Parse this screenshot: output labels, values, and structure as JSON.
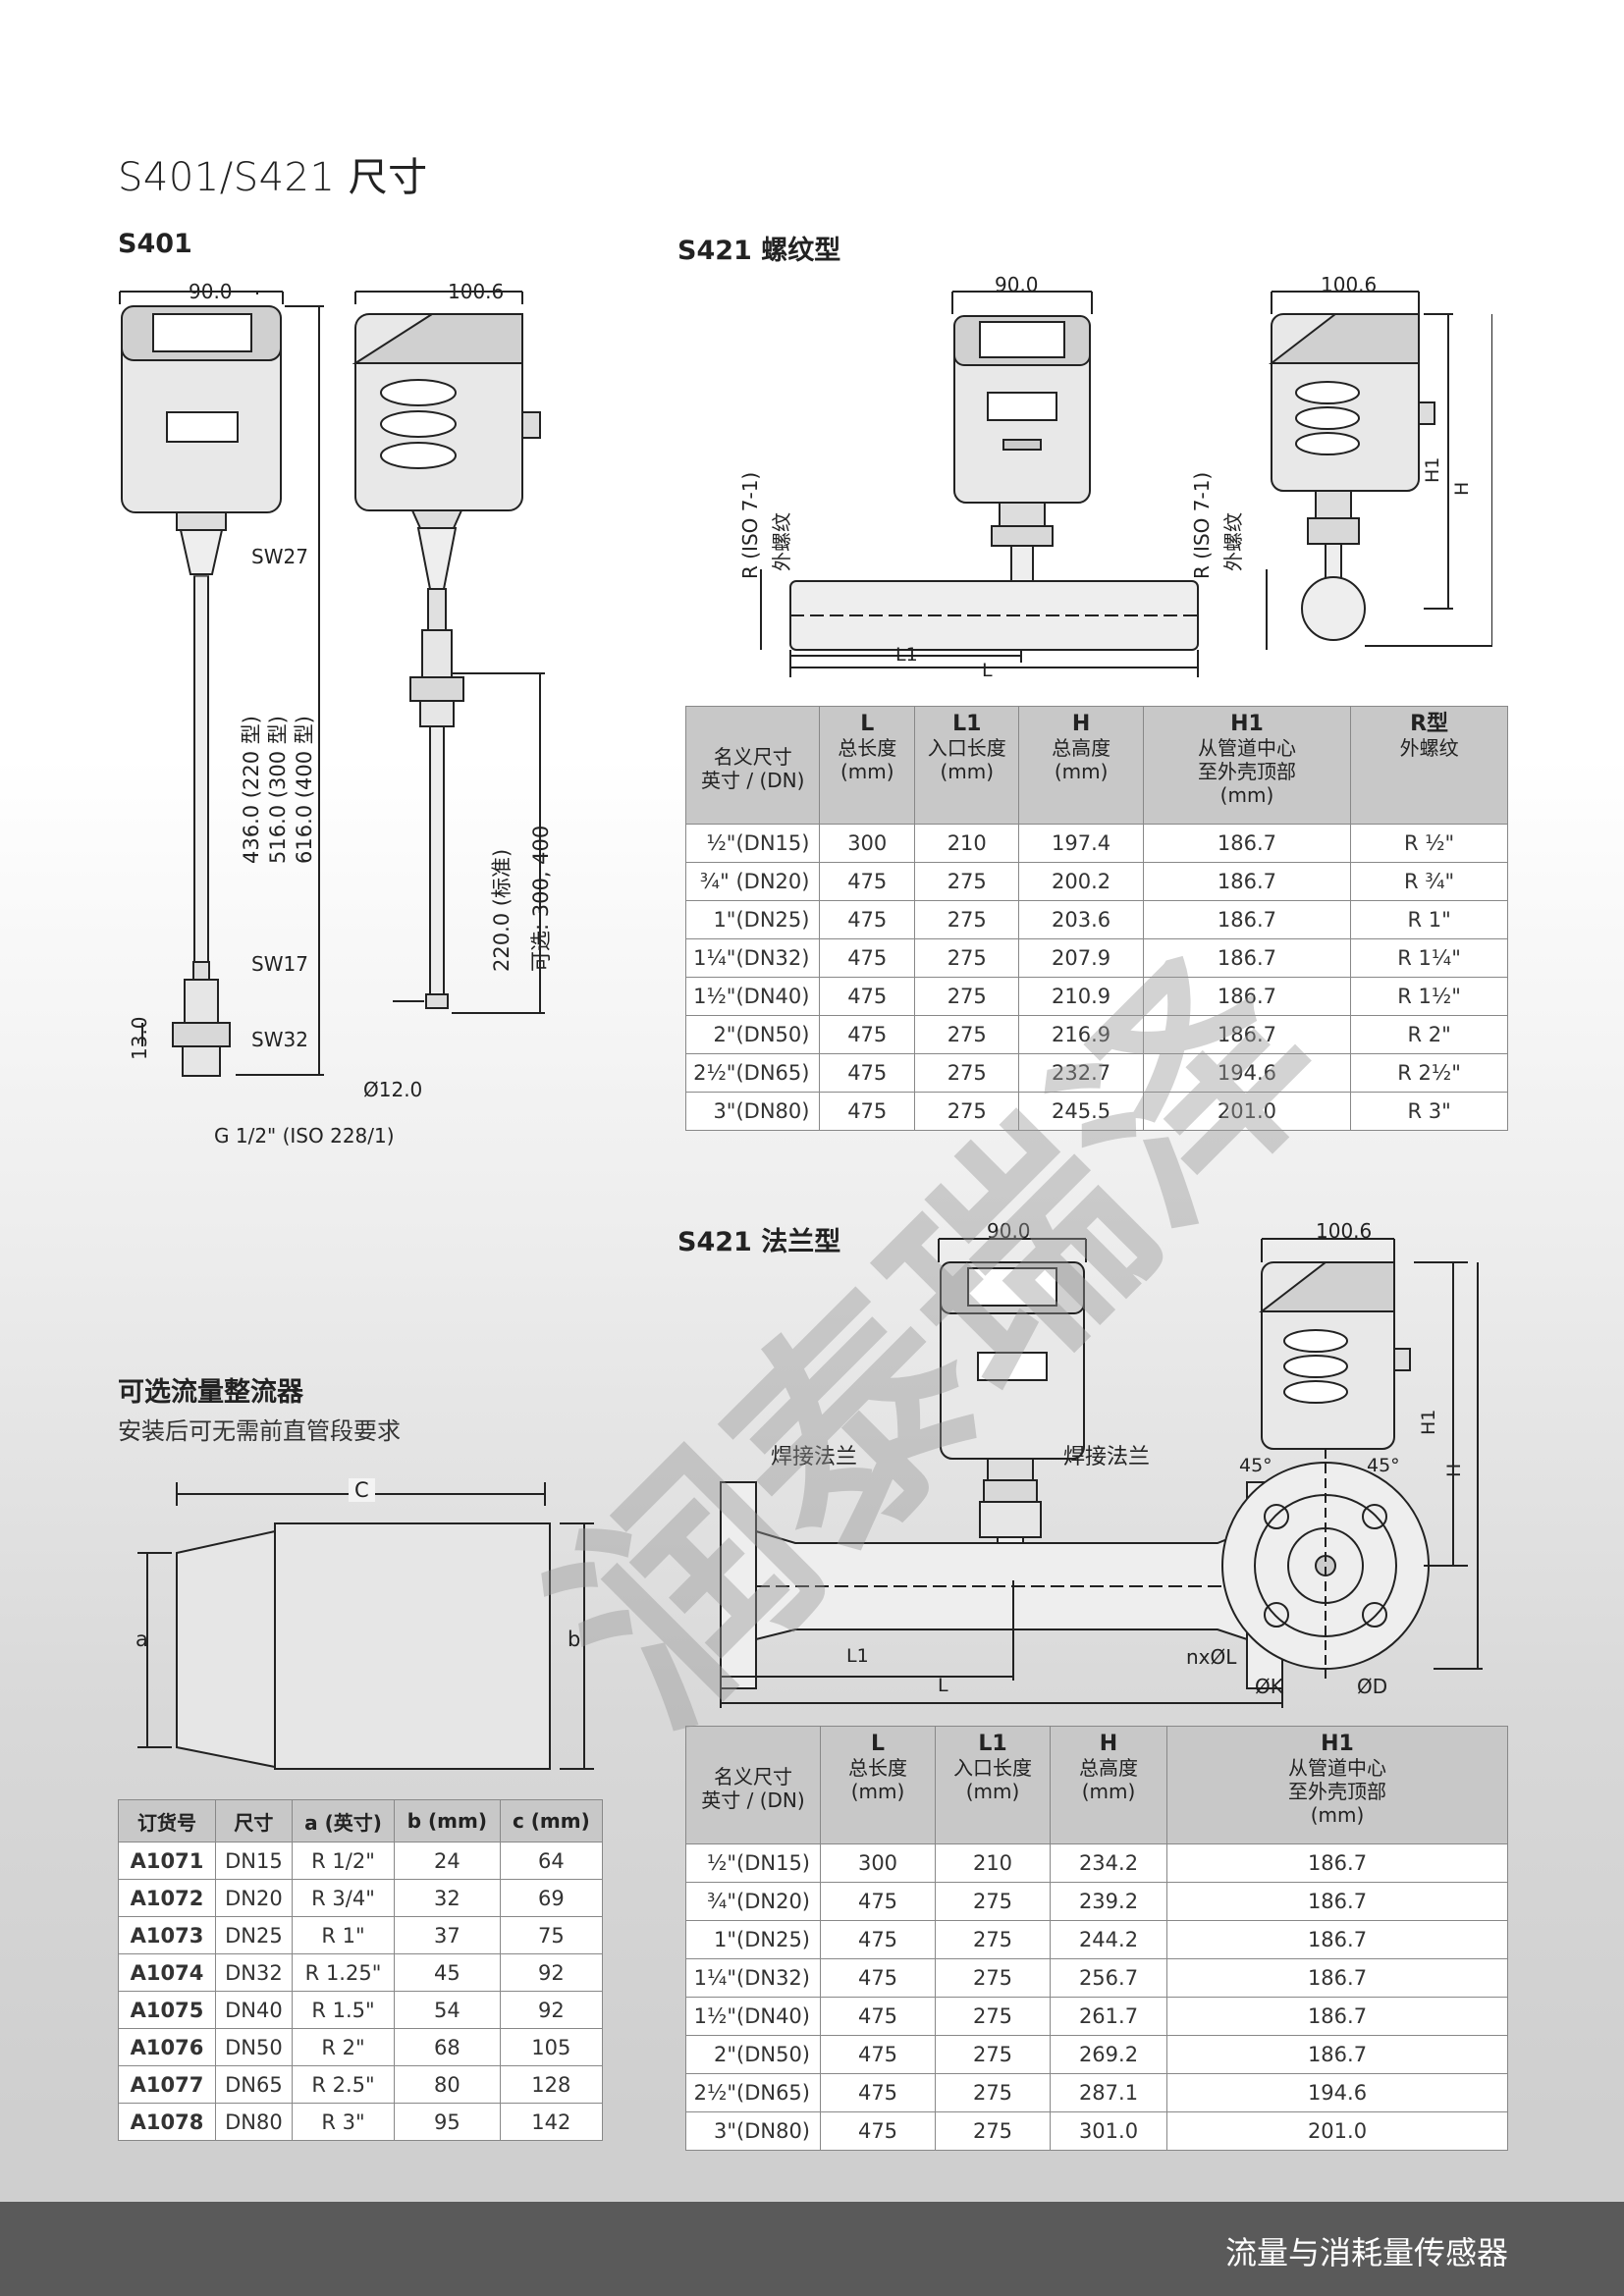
{
  "page_title": "S401/S421 尺寸",
  "s401": {
    "heading": "S401",
    "dim_width_front": "90.0",
    "dim_width_side": "100.6",
    "label_sw27": "SW27",
    "label_sw17": "SW17",
    "label_sw32": "SW32",
    "dim_length": "436.0 (220 型)",
    "dim_length2": "516.0 (300 型)",
    "dim_length3": "616.0 (400 型)",
    "dim_13": "13.0",
    "dim_thread": "G 1/2\" (ISO 228/1)",
    "dim_probe": "220.0 (标准)",
    "dim_probe_opt": "可选: 300, 400",
    "dim_dia": "Ø12.0"
  },
  "s421_thread": {
    "heading": "S421 螺纹型",
    "dim_width_front": "90.0",
    "dim_width_side": "100.6",
    "label_r": "R (ISO 7-1)",
    "label_r2": "外螺纹",
    "label_l1": "L1",
    "label_l": "L",
    "label_h1": "H1",
    "label_h": "H",
    "table": {
      "headers": [
        {
          "top": "",
          "sub": "名义尺寸\n英寸 / (DN)"
        },
        {
          "top": "L",
          "sub": "总长度\n(mm)"
        },
        {
          "top": "L1",
          "sub": "入口长度\n(mm)"
        },
        {
          "top": "H",
          "sub": "总高度\n(mm)"
        },
        {
          "top": "H1",
          "sub": "从管道中心\n至外壳顶部\n(mm)"
        },
        {
          "top": "R型",
          "sub": "外螺纹"
        }
      ],
      "rows": [
        [
          "½\"(DN15)",
          "300",
          "210",
          "197.4",
          "186.7",
          "R ½\""
        ],
        [
          "¾\" (DN20)",
          "475",
          "275",
          "200.2",
          "186.7",
          "R ¾\""
        ],
        [
          "1\"(DN25)",
          "475",
          "275",
          "203.6",
          "186.7",
          "R 1\""
        ],
        [
          "1¼\"(DN32)",
          "475",
          "275",
          "207.9",
          "186.7",
          "R 1¼\""
        ],
        [
          "1½\"(DN40)",
          "475",
          "275",
          "210.9",
          "186.7",
          "R 1½\""
        ],
        [
          "2\"(DN50)",
          "475",
          "275",
          "216.9",
          "186.7",
          "R 2\""
        ],
        [
          "2½\"(DN65)",
          "475",
          "275",
          "232.7",
          "194.6",
          "R 2½\""
        ],
        [
          "3\"(DN80)",
          "475",
          "275",
          "245.5",
          "201.0",
          "R 3\""
        ]
      ]
    }
  },
  "s421_flange": {
    "heading": "S421 法兰型",
    "dim_width_front": "90.0",
    "dim_width_side": "100.6",
    "label_weld_left": "焊接法兰",
    "label_weld_right": "焊接法兰",
    "label_l1": "L1",
    "label_l": "L",
    "label_h1": "H1",
    "label_h": "H",
    "label_45a": "45°",
    "label_45b": "45°",
    "label_nl": "nxØL",
    "label_k": "ØK",
    "label_d": "ØD",
    "table": {
      "headers": [
        {
          "top": "",
          "sub": "名义尺寸\n英寸 / (DN)"
        },
        {
          "top": "L",
          "sub": "总长度\n(mm)"
        },
        {
          "top": "L1",
          "sub": "入口长度\n(mm)"
        },
        {
          "top": "H",
          "sub": "总高度\n(mm)"
        },
        {
          "top": "H1",
          "sub": "从管道中心\n至外壳顶部\n(mm)"
        }
      ],
      "rows": [
        [
          "½\"(DN15)",
          "300",
          "210",
          "234.2",
          "186.7"
        ],
        [
          "¾\"(DN20)",
          "475",
          "275",
          "239.2",
          "186.7"
        ],
        [
          "1\"(DN25)",
          "475",
          "275",
          "244.2",
          "186.7"
        ],
        [
          "1¼\"(DN32)",
          "475",
          "275",
          "256.7",
          "186.7"
        ],
        [
          "1½\"(DN40)",
          "475",
          "275",
          "261.7",
          "186.7"
        ],
        [
          "2\"(DN50)",
          "475",
          "275",
          "269.2",
          "186.7"
        ],
        [
          "2½\"(DN65)",
          "475",
          "275",
          "287.1",
          "194.6"
        ],
        [
          "3\"(DN80)",
          "475",
          "275",
          "301.0",
          "201.0"
        ]
      ]
    }
  },
  "straightener": {
    "heading": "可选流量整流器",
    "subtitle": "安装后可无需前直管段要求",
    "label_c": "C",
    "label_a": "a",
    "label_b": "b",
    "table": {
      "headers": [
        "订货号",
        "尺寸",
        "a (英寸)",
        "b (mm)",
        "c (mm)"
      ],
      "rows": [
        [
          "A1071",
          "DN15",
          "R 1/2\"",
          "24",
          "64"
        ],
        [
          "A1072",
          "DN20",
          "R 3/4\"",
          "32",
          "69"
        ],
        [
          "A1073",
          "DN25",
          "R 1\"",
          "37",
          "75"
        ],
        [
          "A1074",
          "DN32",
          "R 1.25\"",
          "45",
          "92"
        ],
        [
          "A1075",
          "DN40",
          "R 1.5\"",
          "54",
          "92"
        ],
        [
          "A1076",
          "DN50",
          "R 2\"",
          "68",
          "105"
        ],
        [
          "A1077",
          "DN65",
          "R 2.5\"",
          "80",
          "128"
        ],
        [
          "A1078",
          "DN80",
          "R 3\"",
          "95",
          "142"
        ]
      ]
    }
  },
  "watermark": "润泰瑞泽",
  "footer": "流量与消耗量传感器"
}
